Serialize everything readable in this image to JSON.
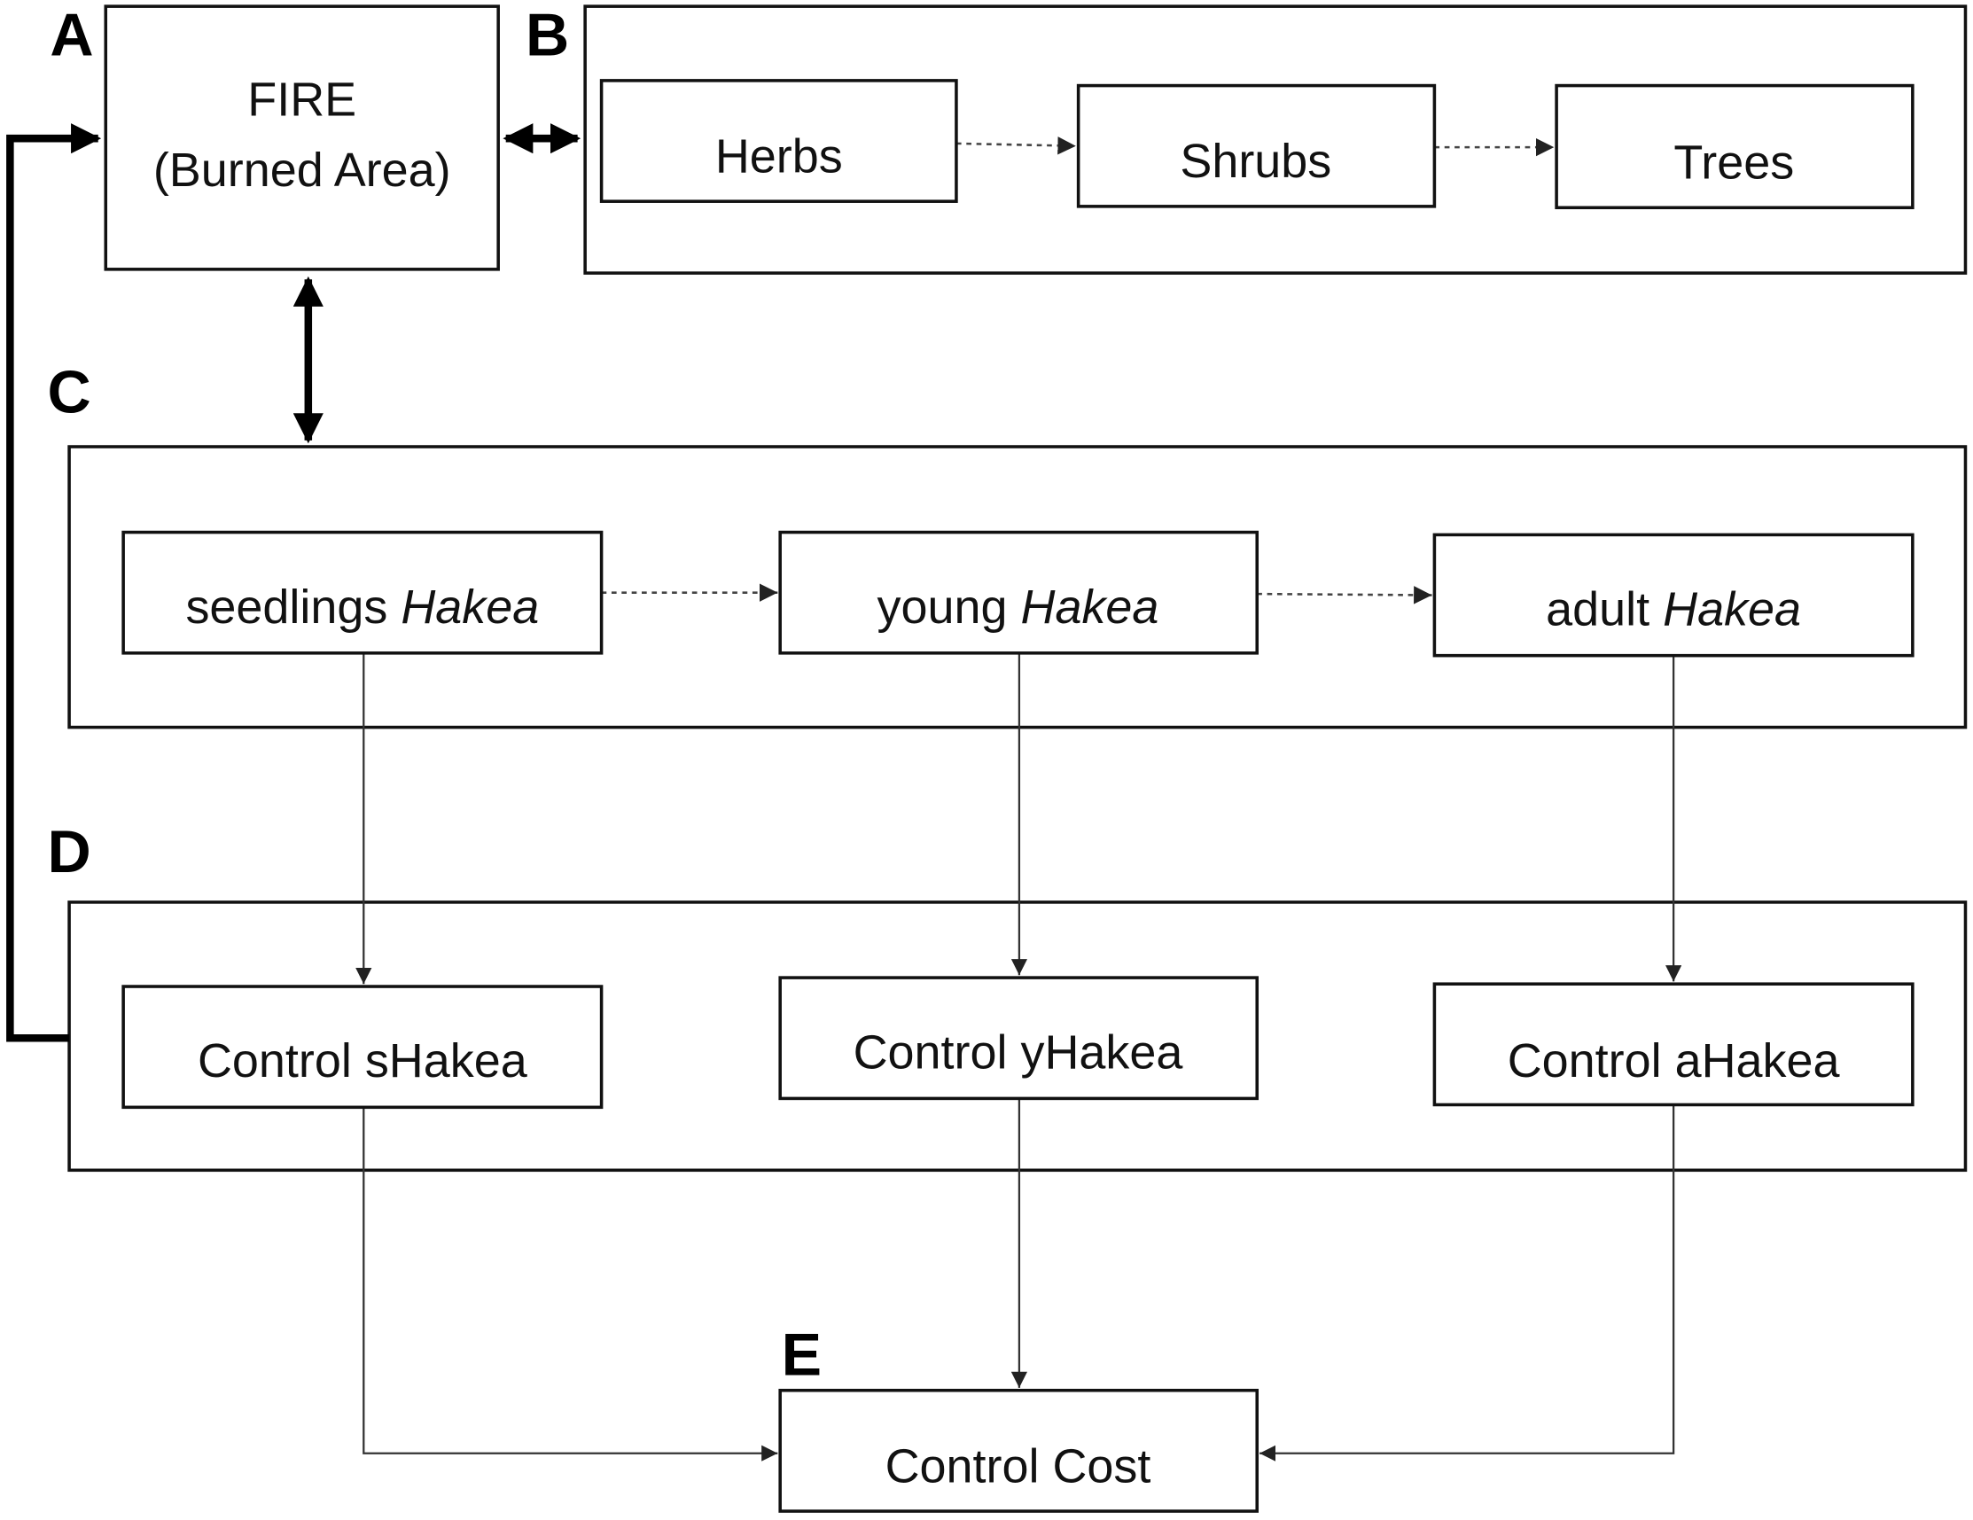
{
  "panels": {
    "a": "A",
    "b": "B",
    "c": "C",
    "d": "D",
    "e": "E"
  },
  "fire": {
    "line1": "FIRE",
    "line2": "(Burned Area)"
  },
  "vegetation": [
    "Herbs",
    "Shrubs",
    "Trees"
  ],
  "hakea": [
    {
      "stage": "seedlings ",
      "genus": "Hakea"
    },
    {
      "stage": "young ",
      "genus": "Hakea"
    },
    {
      "stage": "adult ",
      "genus": "Hakea"
    }
  ],
  "control": [
    "Control sHakea",
    "Control yHakea",
    "Control aHakea"
  ],
  "cost": "Control Cost"
}
